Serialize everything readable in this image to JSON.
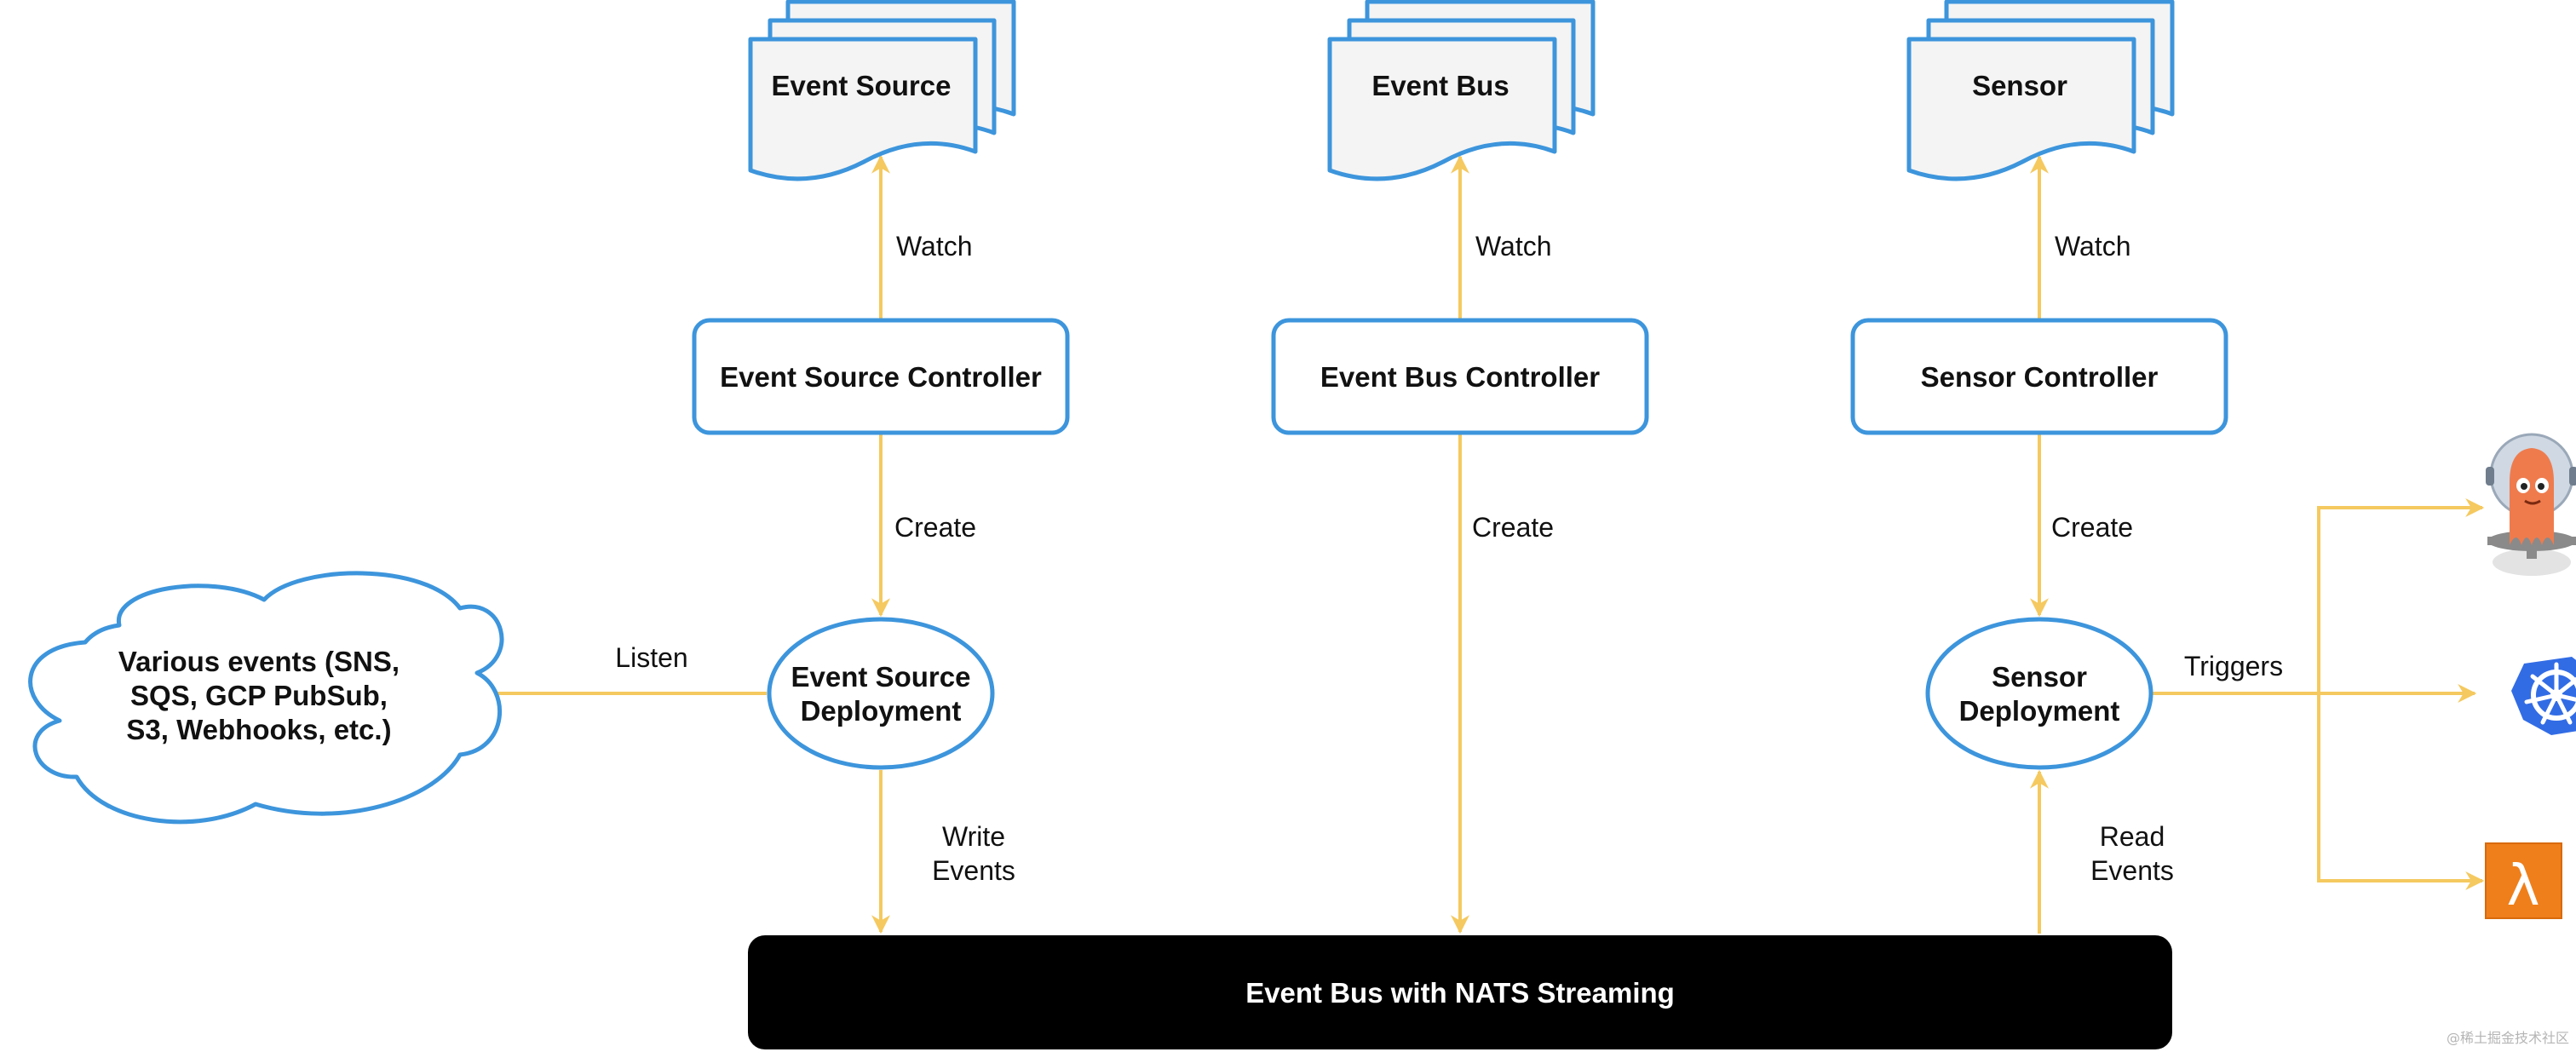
{
  "colors": {
    "node_border": "#3d95dc",
    "doc_fill": "#f4f4f4",
    "arrow": "#f5c95f",
    "bus_fill": "#000000",
    "bus_text": "#ffffff",
    "lambda_orange": "#ef7f1a",
    "k8s_blue": "#326ce5",
    "argo_orange": "#ef7b4d"
  },
  "resources": {
    "event_source": "Event Source",
    "event_bus": "Event Bus",
    "sensor": "Sensor"
  },
  "controllers": {
    "event_source": "Event Source Controller",
    "event_bus": "Event Bus Controller",
    "sensor": "Sensor Controller"
  },
  "deployments": {
    "event_source_line1": "Event Source",
    "event_source_line2": "Deployment",
    "sensor_line1": "Sensor",
    "sensor_line2": "Deployment"
  },
  "cloud": {
    "line1": "Various events (SNS,",
    "line2": "SQS, GCP PubSub,",
    "line3": "S3, Webhooks, etc.)"
  },
  "bus": {
    "label": "Event Bus with NATS Streaming"
  },
  "edges": {
    "watch_1": "Watch",
    "watch_2": "Watch",
    "watch_3": "Watch",
    "create_1": "Create",
    "create_2": "Create",
    "create_3": "Create",
    "listen": "Listen",
    "write_line1": "Write",
    "write_line2": "Events",
    "read_line1": "Read",
    "read_line2": "Events",
    "triggers": "Triggers"
  },
  "targets": [
    {
      "icon": "argo-workflows-icon"
    },
    {
      "icon": "kubernetes-icon"
    },
    {
      "icon": "aws-lambda-icon",
      "glyph": "λ"
    }
  ],
  "watermark": "@稀土掘金技术社区"
}
